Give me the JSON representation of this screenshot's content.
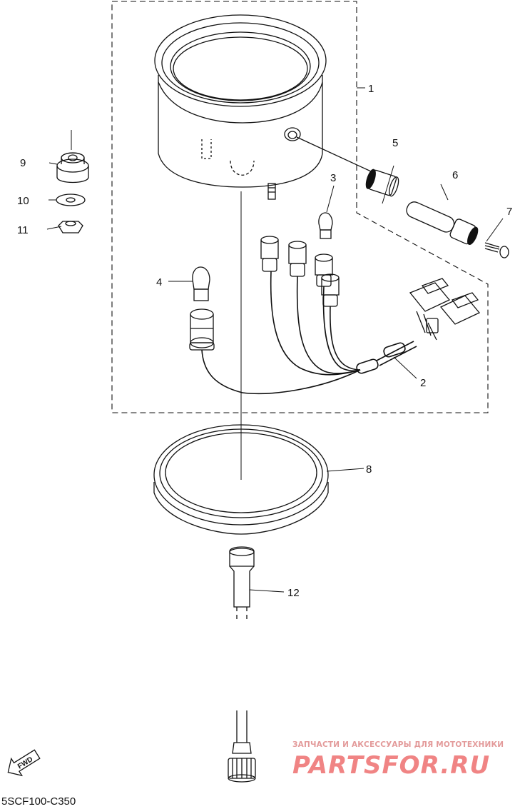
{
  "diagram": {
    "callouts": {
      "c1": "1",
      "c2": "2",
      "c3": "3",
      "c4": "4",
      "c5": "5",
      "c6": "6",
      "c7": "7",
      "c8": "8",
      "c9": "9",
      "c10": "10",
      "c11": "11",
      "c12": "12"
    },
    "fwd_label": "FWD",
    "drawing_code": "5SCF100-C350"
  },
  "watermark": {
    "tagline": "ЗАПЧАСТИ И АКСЕССУАРЫ ДЛЯ МОТОТЕХНИКИ",
    "brand": "PARTSFOR.RU"
  },
  "colors": {
    "line": "#111111",
    "watermark": "#ee6f6f"
  }
}
